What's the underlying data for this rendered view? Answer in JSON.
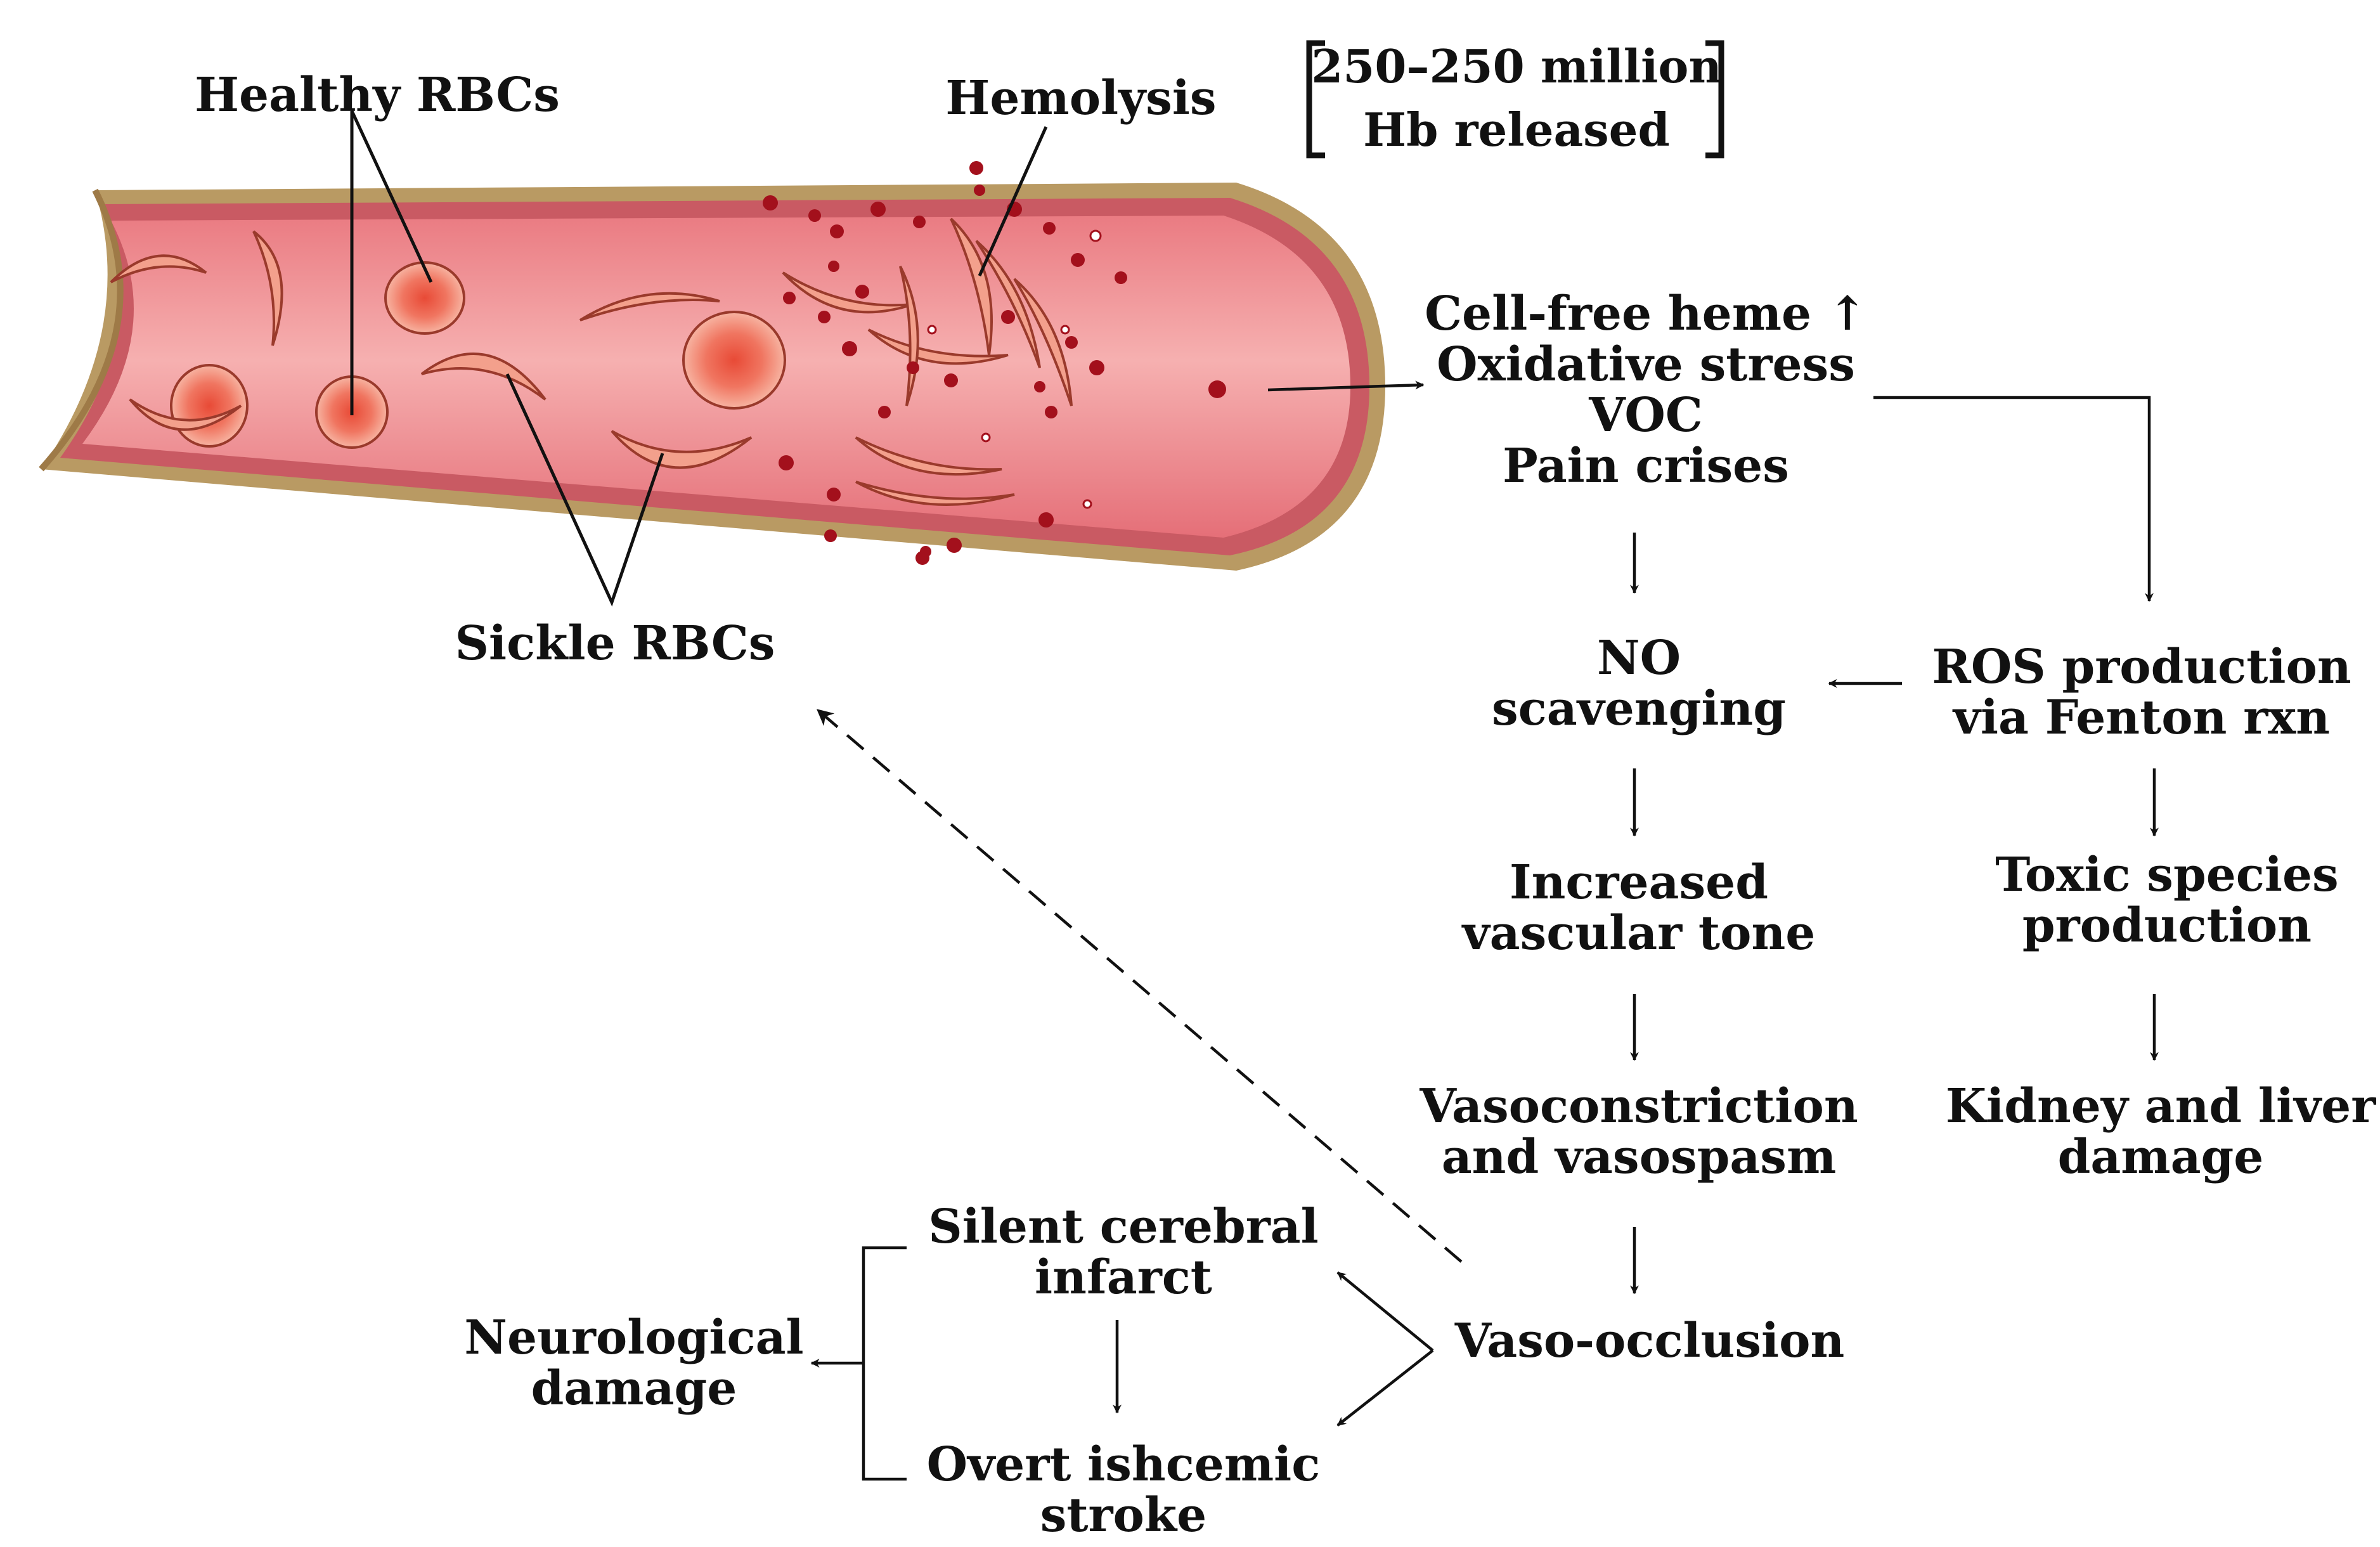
{
  "vessel": {
    "labels": {
      "healthy": "Healthy RBCs",
      "sickle": "Sickle RBCs",
      "hemolysis": "Hemolysis"
    },
    "colors": {
      "wall_outer": "#b99a63",
      "wall_inner": "#c95a63",
      "lumen": "#f08a8f",
      "lumen_highlight": "#f6b2b2",
      "rbc_fill": "#f39a86",
      "rbc_center": "#e8503a",
      "hb_drop": "#a3101c"
    }
  },
  "released": {
    "line1": "250–250 million",
    "line2": "Hb released"
  },
  "effects": {
    "line1": "Cell-free heme ↑",
    "line2": "Oxidative stress",
    "line3": "VOC",
    "line4": "Pain crises"
  },
  "no_branch": {
    "no": [
      "NO",
      "scavenging"
    ],
    "tone": [
      "Increased",
      "vascular tone"
    ],
    "constriction": [
      "Vasoconstriction",
      "and vasospasm"
    ],
    "occlusion": "Vaso-occlusion"
  },
  "ros_branch": {
    "ros": [
      "ROS production",
      "via Fenton rxn"
    ],
    "toxic": [
      "Toxic species",
      "production"
    ],
    "organ": [
      "Kidney and liver",
      "damage"
    ]
  },
  "neuro": {
    "silent": [
      "Silent cerebral",
      "infarct"
    ],
    "stroke": [
      "Overt ishcemic",
      "stroke"
    ],
    "damage": [
      "Neurological",
      "damage"
    ]
  }
}
